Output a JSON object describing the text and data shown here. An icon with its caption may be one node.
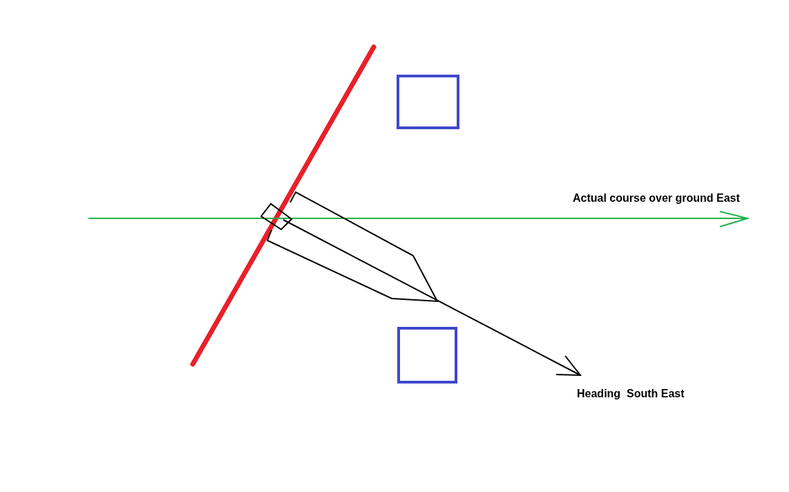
{
  "diagram": {
    "nodes": [
      {
        "text": [],
        "shape": "box"
      },
      {
        "text": [],
        "shape": "box"
      }
    ],
    "labels": [
      "Actual course over ground East",
      "Heading  South East"
    ]
  }
}
